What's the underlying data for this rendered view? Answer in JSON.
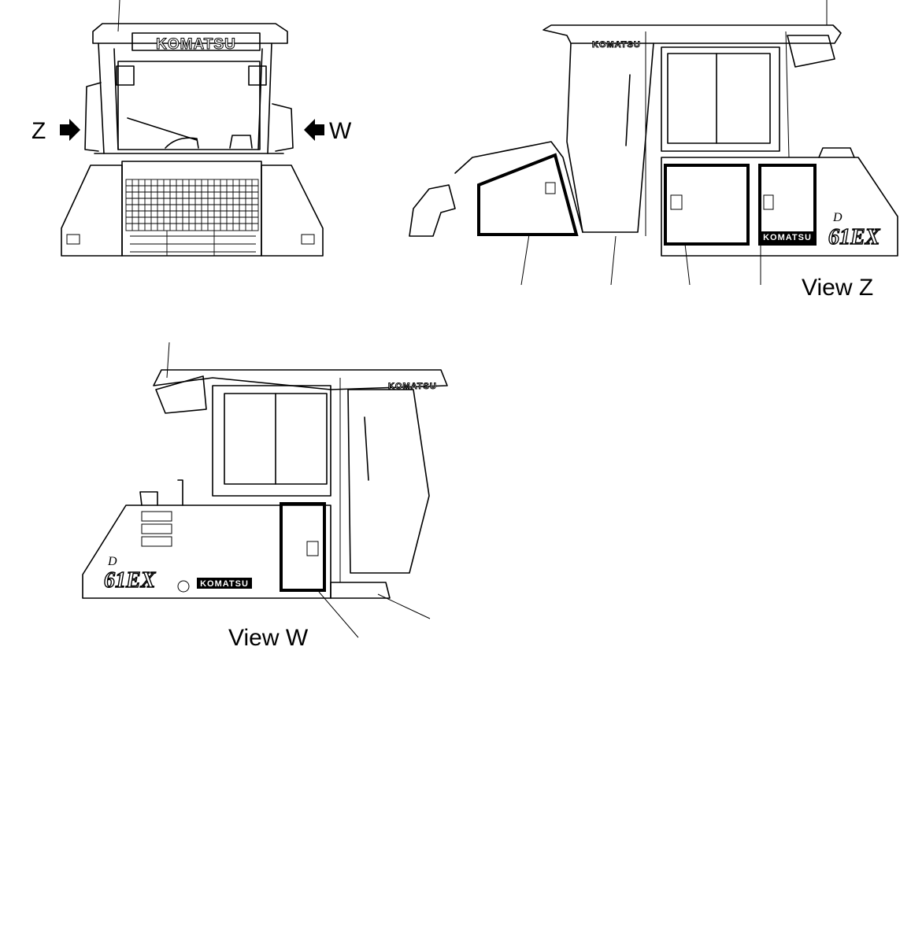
{
  "labels": {
    "arrow_z": "Z",
    "arrow_w": "W",
    "view_z": "View Z",
    "view_w": "View W"
  },
  "decals": {
    "brand": "KOMATSU",
    "model_prefix": "D",
    "model": "61EX"
  },
  "icons": {
    "arrow": "arrow-right-icon"
  }
}
